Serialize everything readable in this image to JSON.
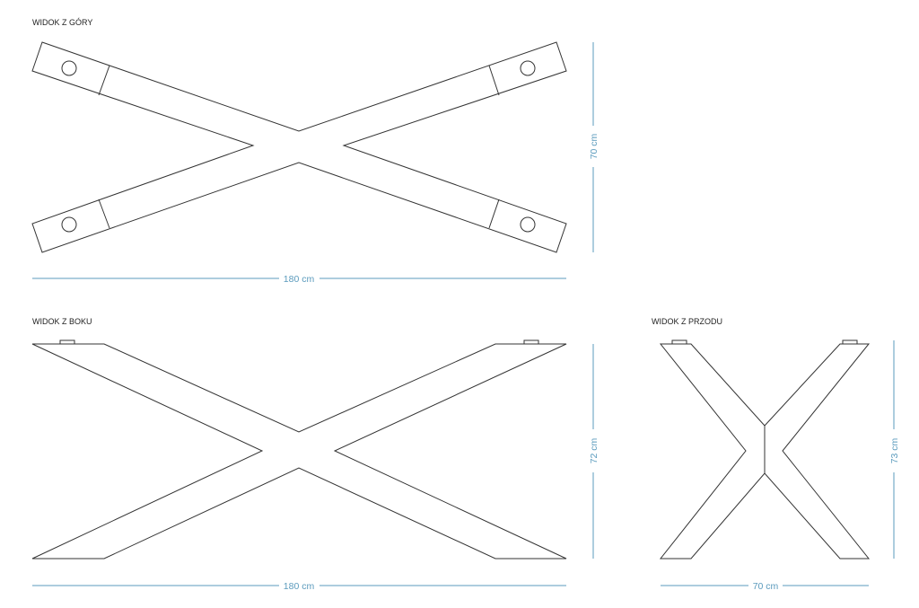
{
  "colors": {
    "outline": "#333333",
    "dimension": "#5b9bbd",
    "title": "#222222"
  },
  "views": {
    "top": {
      "title": "WIDOK Z GÓRY",
      "width_label": "180 cm",
      "height_label": "70 cm"
    },
    "side": {
      "title": "WIDOK Z BOKU",
      "width_label": "180 cm",
      "height_label": "72 cm"
    },
    "front": {
      "title": "WIDOK Z PRZODU",
      "width_label": "70 cm",
      "height_label": "73 cm"
    }
  }
}
